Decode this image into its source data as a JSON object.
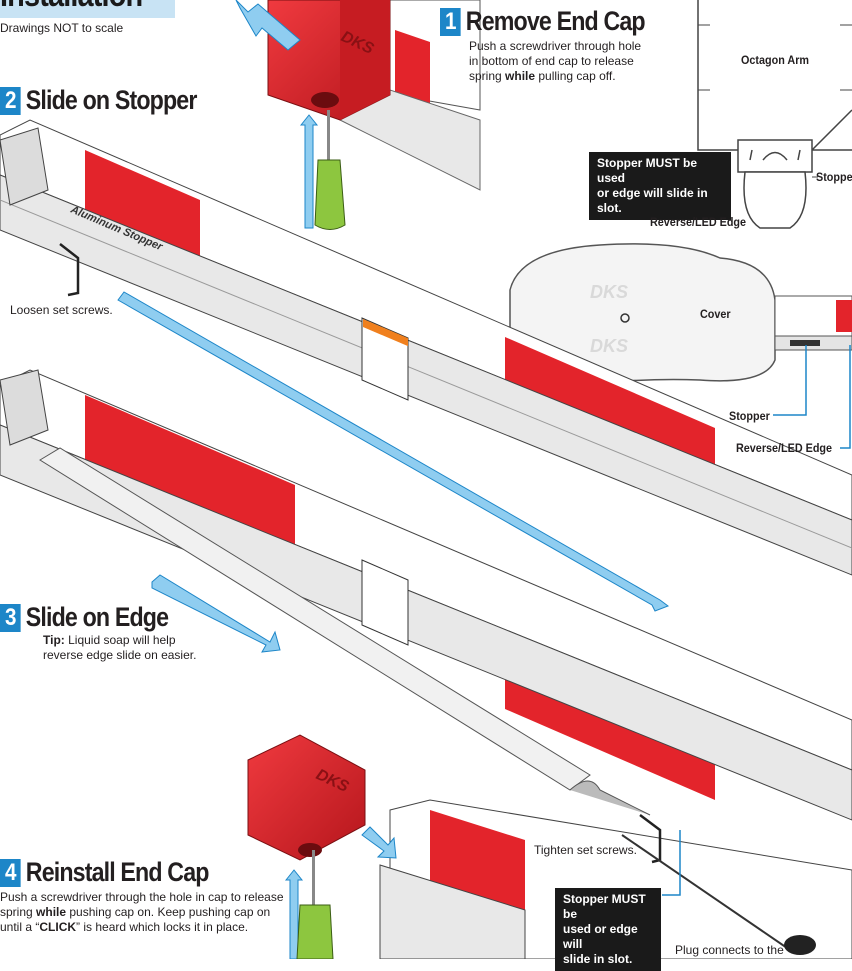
{
  "header": {
    "title": "Installation",
    "note": "Drawings NOT to scale"
  },
  "steps": [
    {
      "number": "1",
      "title": "Remove End Cap",
      "text_a": "Push a screwdriver through hole",
      "text_b": "in bottom of end cap to release",
      "text_c_pre": "spring ",
      "text_c_bold": "while",
      "text_c_post": " pulling cap off."
    },
    {
      "number": "2",
      "title": "Slide on Stopper"
    },
    {
      "number": "3",
      "title": "Slide on Edge",
      "tip_label": "Tip:",
      "tip_a": " Liquid soap will help",
      "tip_b": "reverse edge slide on easier."
    },
    {
      "number": "4",
      "title": "Reinstall End Cap",
      "text_a": "Push a screwdriver through the hole in cap to release",
      "text_b_pre": "spring ",
      "text_b_bold": "while",
      "text_b_post": " pushing cap on. Keep pushing cap on",
      "text_c_pre": "until a “",
      "text_c_bold": "CLICK",
      "text_c_post": "” is heard which locks it in place."
    }
  ],
  "callouts": {
    "octagon_arm": "Octagon Arm",
    "stopper_must_a": "Stopper MUST be used",
    "stopper_must_b": "or edge will slide in slot.",
    "stopper_top": "Stopper",
    "reverse_edge_top": "Reverse/LED Edge",
    "cover": "Cover",
    "stopper_mid": "Stopper",
    "reverse_edge_mid": "Reverse/LED Edge",
    "loosen": "Loosen set screws.",
    "aluminum_stopper": "Aluminum Stopper",
    "tighten": "Tighten set screws.",
    "stopper_must2_a": "Stopper MUST be",
    "stopper_must2_b": "used or edge will",
    "stopper_must2_c": "slide in slot.",
    "plug": "Plug connects to the",
    "brand": "DKS"
  },
  "colors": {
    "accent": "#1d86c8",
    "arm_red": "#e3242b",
    "arrow_blue": "#8fcdf0"
  }
}
